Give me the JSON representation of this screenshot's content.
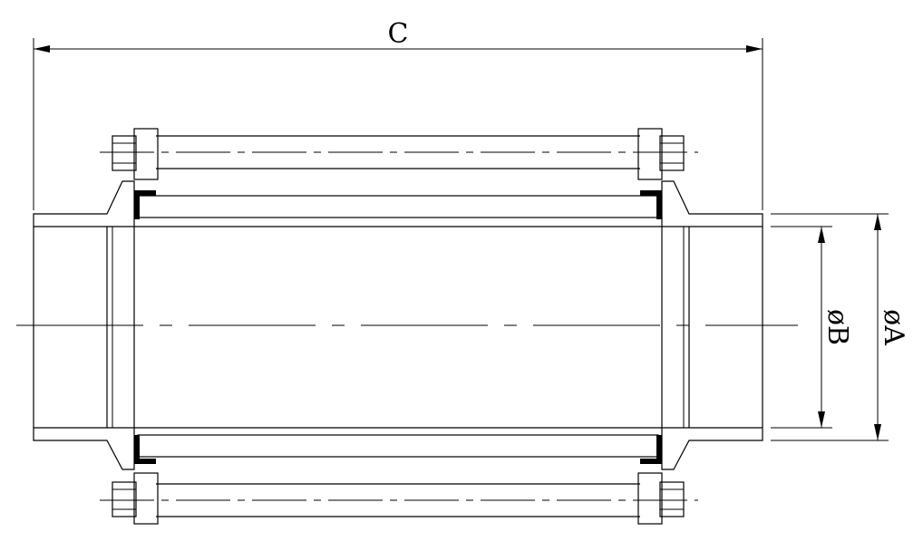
{
  "drawing": {
    "labels": {
      "overall_length": "C",
      "inner_diameter": "øB",
      "outer_diameter": "øA"
    }
  }
}
